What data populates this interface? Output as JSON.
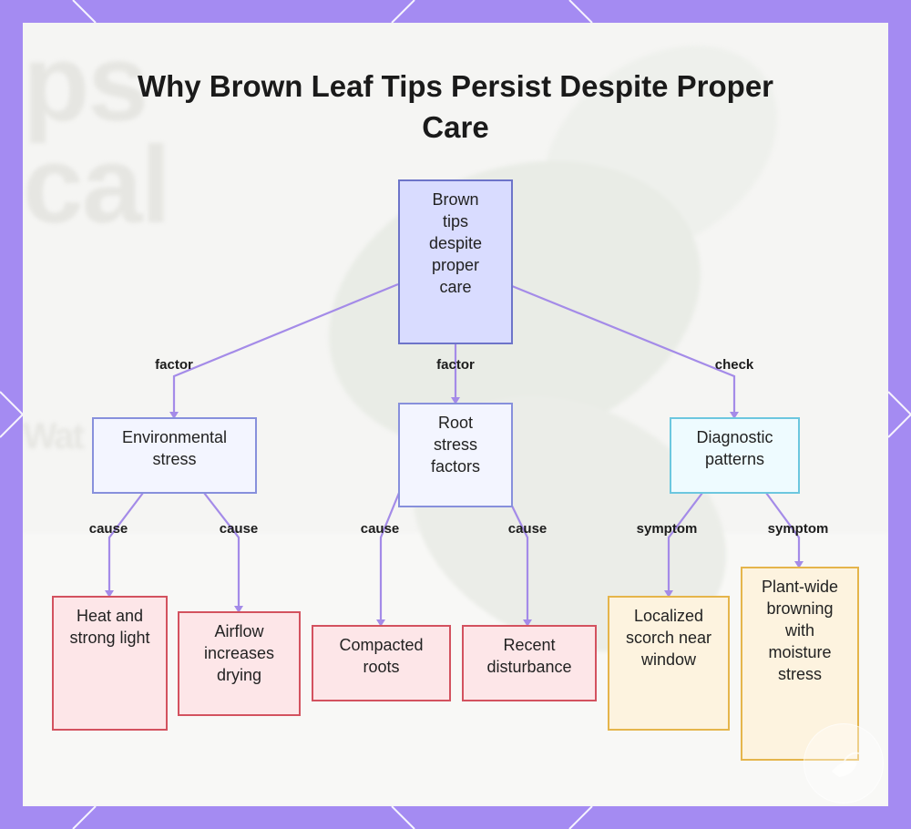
{
  "title": "Why Brown Leaf Tips Persist Despite Proper Care",
  "background_word": "ps\ncal\nWat",
  "colors": {
    "frame": "#a48bf2",
    "connector": "#a48be8",
    "root_fill": "#d9dcff",
    "cause_fill": "#fde6e8",
    "symptom_fill": "#fdf3df"
  },
  "nodes": {
    "root": "Brown tips despite proper care",
    "environmental": "Environmental stress",
    "root_stress": "Root stress factors",
    "diagnostic": "Diagnostic patterns",
    "heat_light": "Heat and strong light",
    "airflow": "Airflow increases drying",
    "compacted": "Compacted roots",
    "disturbance": "Recent disturbance",
    "localized": "Localized scorch near window",
    "plant_wide": "Plant-wide browning with moisture stress"
  },
  "edge_labels": {
    "factor_left": "factor",
    "factor_mid": "factor",
    "check": "check",
    "cause_1": "cause",
    "cause_2": "cause",
    "cause_3": "cause",
    "cause_4": "cause",
    "symptom_1": "symptom",
    "symptom_2": "symptom"
  }
}
